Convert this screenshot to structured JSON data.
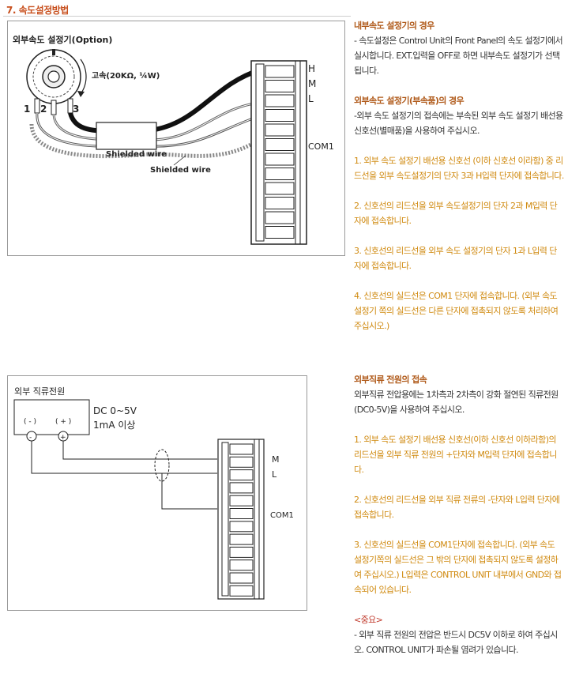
{
  "section_title": "7. 속도설정방법",
  "figure1": {
    "external_setter_label": "외부속도 설정기(Option)",
    "resistor_label": "고속(20KΩ, ¼W)",
    "terminal_nums": [
      "1",
      "2",
      "3"
    ],
    "shielded_wire_1": "Shielded wire",
    "shielded_wire_2": "Shielded wire",
    "terminal_h": "H",
    "terminal_m": "M",
    "terminal_l": "L",
    "terminal_com1": "COM1"
  },
  "figure2": {
    "power_label": "외부 직류전원",
    "minus_paren": "( - )",
    "plus_paren": "( + )",
    "minus": "-",
    "plus": "+",
    "voltage": "DC 0~5V",
    "current": "1mA 이상",
    "terminal_m": "M",
    "terminal_l": "L",
    "terminal_com1": "COM1"
  },
  "text1": {
    "h1": "내부속도 설정기의 경우",
    "b1": "- 속도설정은 Control Unit의 Front Panel의 속도 설정기에서 실시합니다. EXT.입력을 OFF로 하면 내부속도 설정기가 선택됩니다.",
    "h2": "외부속도 설정기(부속품)의 경우",
    "b2": "-외부 속도 설정기의 접속에는 부속된  외부 속도 설정기 배선용 신호선(별매품)을 사용하여 주십시오.",
    "s1": "1. 외부 속도 설정기 배선용 신호선  (이하 신호선 이라함) 중 리드선을 외부 속도설정기의 단자 3과 H입력 단자에 접속합니다.",
    "s2": "2. 신호선의 리드선을 외부 속도설정기의 단자 2과 M입력 단자에 접속합니다.",
    "s3": "3. 신호선의 리드선을 외부 속도 설정기의 단자 1과 L입력 단자에 접속합니다.",
    "s4": "4. 신호선의 실드선은 COM1 단자에 접속합니다. (외부 속도 설정기 쪽의 실드선은 다른 단자에 접촉되지 않도록 처리하여 주십시오.)"
  },
  "text2": {
    "h1": "외부직류 전원의 접속",
    "b1": "외부직류 전압용에는 1차측과 2차측이 강화 절연된 직류전원(DC0-5V)을 사용하여 주십시오.",
    "s1": "1. 외부 속도 설정기 배선용 신호선(이하 신호선 이하라함)의 리드선을 외부 직류 전원의 +단자와 M입력 단자에 접속합니다.",
    "s2": "2. 신호선의 리드선을 외부 직류 전류의 -단자와 L입력 단자에 접속합니다.",
    "s3": "3. 신호선의 실드선을 COM1단자에 접속합니다. (외부 속도 설정기쪽의 실드선은  그 밖의 단자에 접촉되지 않도록 설정하여 주십시오.) L입력은 CONTROL UNIT 내부에서 GND와 접속되어 있습니다.",
    "imp_h": "<중요>",
    "imp_b": "- 외부 직류 전원의 전압은 반드시 DC5V 이하로 하여 주십시오. CONTROL UNIT가 파손될 염려가 있습니다."
  }
}
